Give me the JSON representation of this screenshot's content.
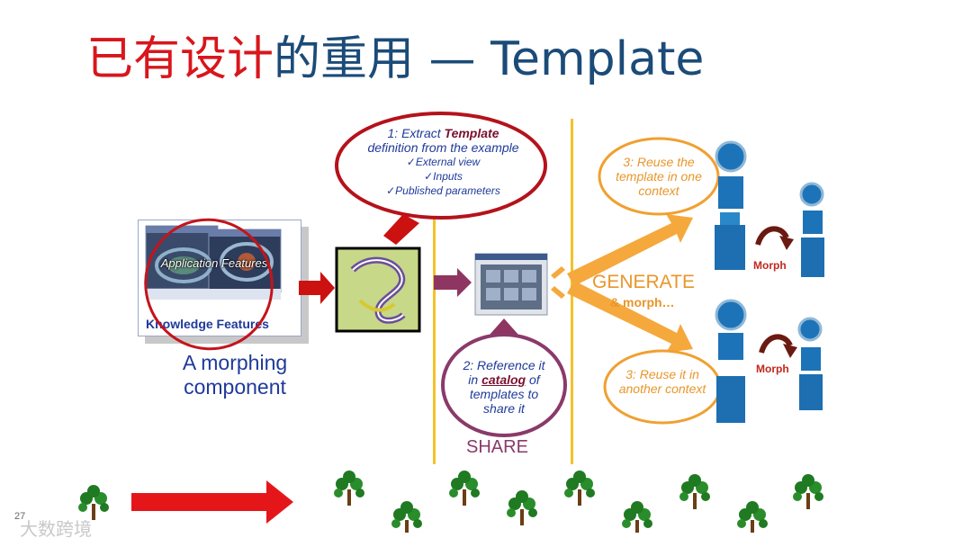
{
  "title": {
    "part_red": "已有设计",
    "part_blue": "的重用 — Template"
  },
  "left": {
    "card_label": "Knowledge Features",
    "overlay_label": "Application Features",
    "caption": "A morphing component"
  },
  "bubble_extract": {
    "line1_prefix": "1: Extract ",
    "line1_bold": "Template",
    "line2": "definition from the example",
    "items": [
      "✓External view",
      "✓Inputs",
      "✓Published parameters"
    ]
  },
  "bubble_reference": {
    "line1": "2: Reference it",
    "line2_prefix": "in ",
    "line2_bold": "catalog",
    "line2_suffix": " of",
    "line3": "templates to",
    "line4": "share it"
  },
  "share_label": "SHARE",
  "bubble_reuse_one": "3: Reuse the template in one context",
  "bubble_reuse_another": "3: Reuse it in another context",
  "generate_label": "GENERATE",
  "generate_sub": "& morph…",
  "morph_label_1": "Morph",
  "morph_label_2": "Morph",
  "page_number": "27",
  "watermark": "大数跨境",
  "colors": {
    "title_red": "#d8161c",
    "title_blue": "#1b4b78",
    "arrow_red": "#cc1111",
    "share_purple": "#8a3a6a",
    "generate_orange": "#f5a83c",
    "divider_yellow": "#f3c22b",
    "text_blue": "#1f3a9a"
  }
}
